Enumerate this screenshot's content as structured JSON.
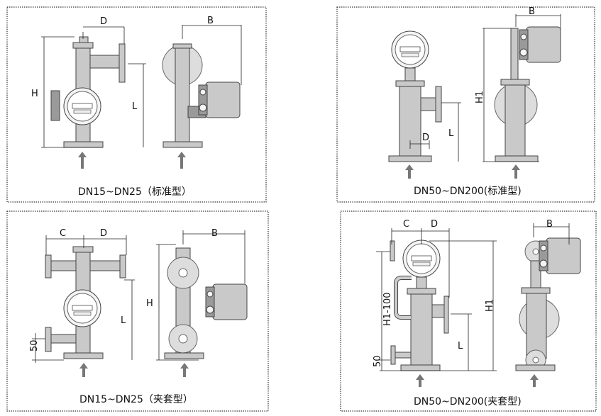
{
  "panels": [
    {
      "caption": "DN15~DN25（标准型）",
      "dims": {
        "D": "D",
        "B": "B",
        "H": "H",
        "L": "L"
      }
    },
    {
      "caption": "DN50~DN200(标准型)",
      "dims": {
        "B": "B",
        "H1": "H1",
        "D": "D",
        "L": "L"
      }
    },
    {
      "caption": "DN15~DN25（夹套型）",
      "dims": {
        "C": "C",
        "D": "D",
        "B": "B",
        "H": "H",
        "L": "L",
        "50": "50"
      }
    },
    {
      "caption": "DN50~DN200(夹套型)",
      "dims": {
        "C": "C",
        "D": "D",
        "B": "B",
        "H1": "H1",
        "H1-100": "H1-100",
        "L": "L",
        "50": "50"
      }
    }
  ],
  "colors": {
    "body": "#c9c9c9",
    "outline": "#444444"
  }
}
